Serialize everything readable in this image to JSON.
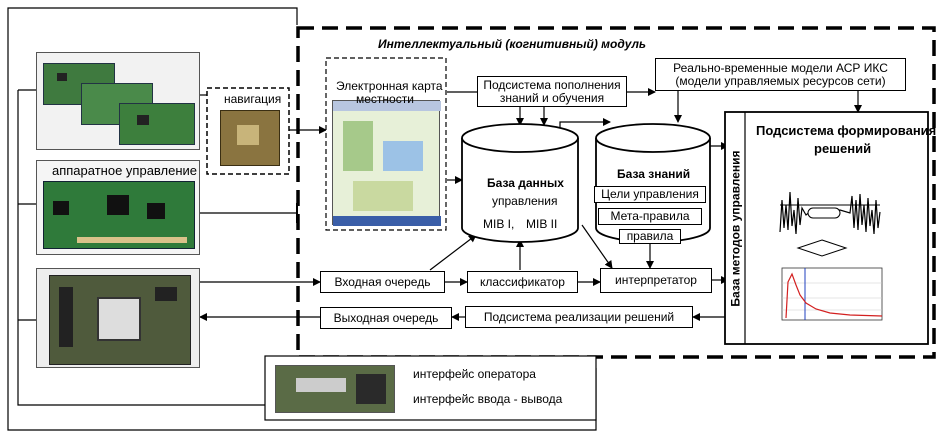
{
  "module_title": "Интеллектуальный (когнитивный) модуль",
  "navigation_label": "навигация",
  "hardware_control_label": "аппаратное управление",
  "map": {
    "line1": "Электронная карта",
    "line2": "местности"
  },
  "knowledge_replenishment": {
    "line1": "Подсистема пополнения",
    "line2": "знаний и обучения"
  },
  "realtime_models": {
    "line1": "Реально-временные модели АСР ИКС",
    "line2": "(модели управляемых ресурсов сети)"
  },
  "database": {
    "title_line1": "База данных",
    "title_line2": "управления",
    "mib1": "MIB I,",
    "mib2": "MIB II"
  },
  "knowledge_base": {
    "title": "База знаний",
    "goals": "Цели управления",
    "meta_rules": "Мета-правила",
    "rules": "правила"
  },
  "decision_subsystem": {
    "line1": "Подсистема формирования",
    "line2": "решений"
  },
  "methods_base_label": "База методов управления",
  "input_queue": "Входная очередь",
  "classifier": "классификатор",
  "interpreter": "интерпретатор",
  "output_queue": "Выходная очередь",
  "decision_implementation": "Подсистема реализации решений",
  "operator_interface": "интерфейс оператора",
  "io_interface": "интерфейс ввода - вывода"
}
